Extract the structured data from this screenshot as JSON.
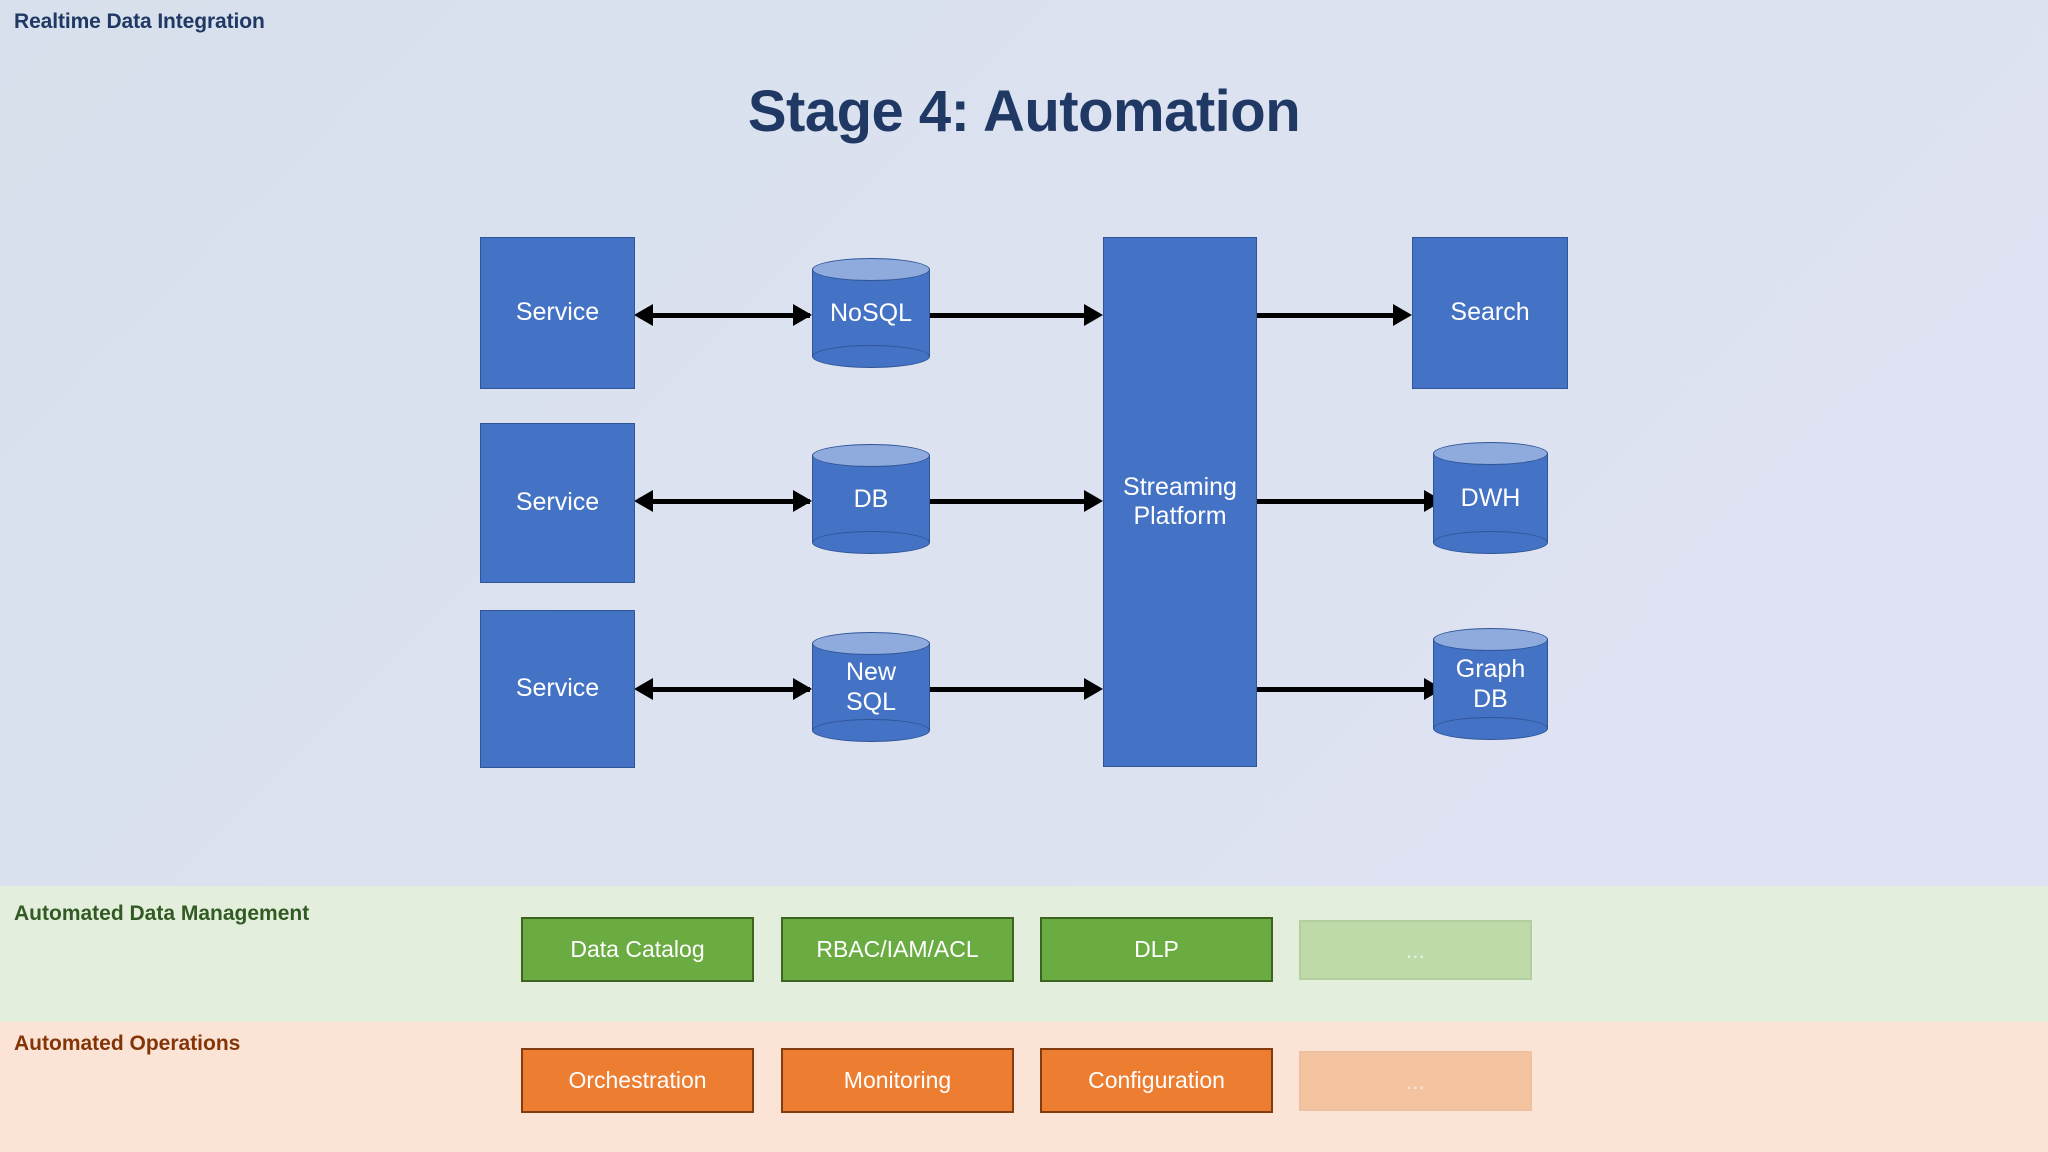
{
  "slide": {
    "corner_title": "Realtime Data Integration",
    "title": "Stage 4: Automation"
  },
  "diagram": {
    "services": [
      {
        "label": "Service"
      },
      {
        "label": "Service"
      },
      {
        "label": "Service"
      }
    ],
    "stores": [
      {
        "label": "NoSQL"
      },
      {
        "label": "DB"
      },
      {
        "label": "New\nSQL"
      }
    ],
    "hub": {
      "label": "Streaming\nPlatform"
    },
    "sinks": [
      {
        "label": "Search",
        "shape": "rect"
      },
      {
        "label": "DWH",
        "shape": "cylinder"
      },
      {
        "label": "Graph\nDB",
        "shape": "cylinder"
      }
    ]
  },
  "bands": {
    "data_management": {
      "label": "Automated Data Management",
      "chips": [
        "Data Catalog",
        "RBAC/IAM/ACL",
        "DLP",
        "..."
      ]
    },
    "operations": {
      "label": "Automated Operations",
      "chips": [
        "Orchestration",
        "Monitoring",
        "Configuration",
        "..."
      ]
    }
  },
  "colors": {
    "node_fill": "#4472C4",
    "node_border": "#2F5597",
    "cylinder_top": "#8FAADC",
    "title_navy": "#1F3864",
    "green_fill": "#6AAC42",
    "green_band": "#E4EEDD",
    "orange_fill": "#ED7D31",
    "orange_band": "#FBE3D6",
    "connector": "#000000"
  }
}
